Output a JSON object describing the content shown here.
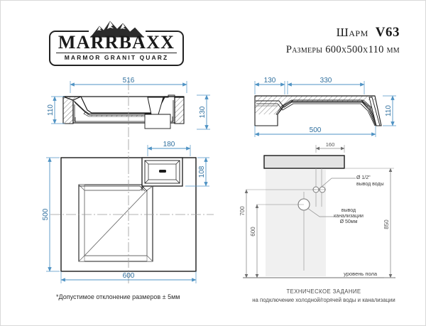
{
  "brand": {
    "name": "MARRBAXX",
    "tagline": "MARMOR GRANIT QUARZ",
    "logo_icon": "mountain-icon"
  },
  "title": {
    "model_name": "Шарм",
    "model_code": "V63",
    "dimensions_label": "Размеры 600х500х110 мм"
  },
  "views": {
    "front_section": {
      "name": "front-section-view",
      "dimensions": {
        "width": "516",
        "height_left": "110",
        "height_right": "130"
      }
    },
    "side_section": {
      "name": "side-section-view",
      "dimensions": {
        "segment_left": "130",
        "segment_right": "330",
        "total_width": "500",
        "height": "110"
      }
    },
    "plan": {
      "name": "plan-view",
      "dimensions": {
        "width": "600",
        "depth": "500",
        "faucet_width": "180",
        "faucet_depth": "108"
      }
    },
    "installation": {
      "name": "installation-diagram",
      "dimensions": {
        "spacing": "160",
        "water_height": "700",
        "drain_height": "600",
        "counter_height": "850"
      },
      "labels": {
        "water_outlet_l1": "Ø 1/2\"",
        "water_outlet_l2": "вывод воды",
        "sewer_outlet_l1": "вывод",
        "sewer_outlet_l2": "канализации",
        "sewer_outlet_l3": "Ø 50мм",
        "floor_level": "уровень пола"
      }
    }
  },
  "notes": {
    "tolerance": "*Допустимое отклонение размеров ± 5мм",
    "spec_title": "ТЕХНИЧЕСКОЕ ЗАДАНИЕ",
    "spec_subtitle": "на подключение холодной/горячей воды и канализации"
  },
  "colors": {
    "dimension_blue": "#4f93c4",
    "line_dark": "#1a1a1a",
    "line_gray": "#8a8a8a",
    "fill_gray": "#e3e3e3",
    "border": "#d8d8d8"
  }
}
